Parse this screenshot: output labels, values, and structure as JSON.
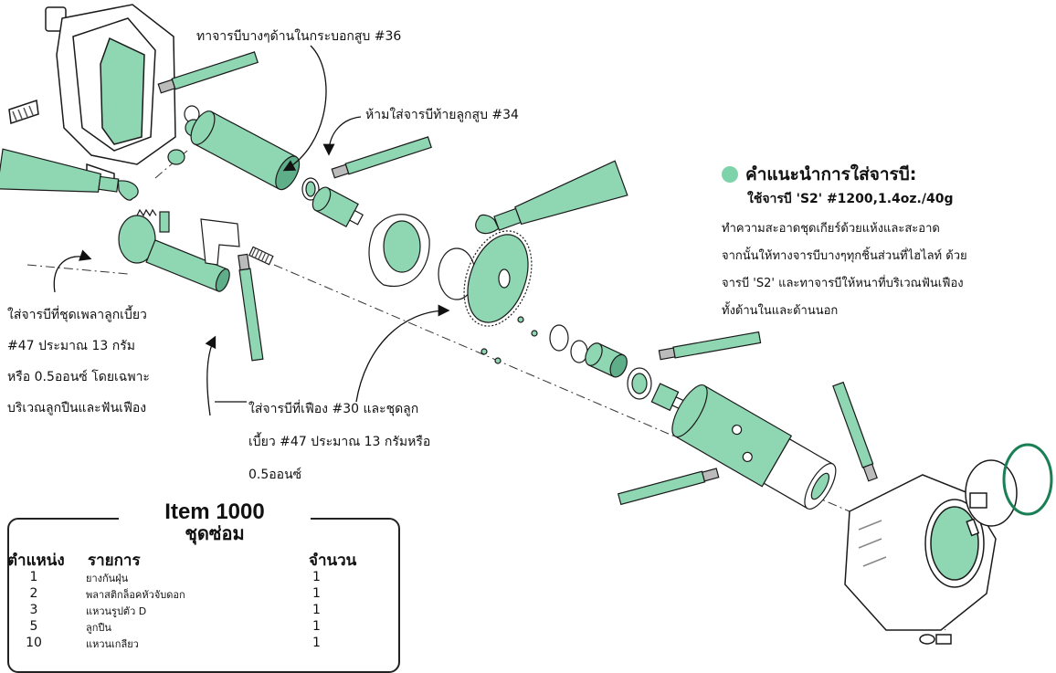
{
  "callouts": {
    "grease_thin_inside_cylinder": "ทาจารบีบางๆด้านในกระบอกสูบ #36",
    "no_grease_piston_end": "ห้ามใส่จารบีท้ายลูกสูบ #34",
    "grease_crankshaft": [
      "ใส่จารบีที่ชุดเพลาลูกเบี้ยว",
      "#47 ประมาณ 13 กรัม",
      "หรือ 0.5ออนซ์ โดยเฉพาะ",
      "บริเวณลูกปืนและฟันเฟือง"
    ],
    "grease_gear": [
      "ใส่จารบีที่เฟือง #30 และชุดลูก",
      "เบี้ยว #47 ประมาณ 13 กรัมหรือ",
      "0.5ออนซ์"
    ]
  },
  "tips": {
    "title": "คำแนะนำการใส่จารบี:",
    "grease_spec": "ใช้จารบี 'S2' #1200,1.4oz./40g",
    "lines": [
      "ทำความสะอาดชุดเกียร์ด้วยแห้งและสะอาด",
      "จากนั้นให้ทางจารบีบางๆทุกชิ้นส่วนที่ไฮไลท์ ด้วย",
      "จารบี 'S2' และทาจารบีให้หนาที่บริเวณฟันเฟือง",
      "ทั้งด้านในและด้านนอก"
    ]
  },
  "parts_table": {
    "title": "Item 1000",
    "subtitle": "ชุดซ่อม",
    "headers": {
      "position": "ตำแหน่ง",
      "item": "รายการ",
      "quantity": "จำนวน"
    },
    "rows": [
      {
        "pos": "1",
        "name": "ยางกันฝุ่น",
        "qty": "1"
      },
      {
        "pos": "2",
        "name": "พลาสติกล็อคหัวจับดอก",
        "qty": "1"
      },
      {
        "pos": "3",
        "name": "แหวนรูปตัว D",
        "qty": "1"
      },
      {
        "pos": "5",
        "name": "ลูกปืน",
        "qty": "1"
      },
      {
        "pos": "10",
        "name": "แหวนเกลียว",
        "qty": "1"
      }
    ]
  },
  "colors": {
    "highlight": "#8fd6b2",
    "highlight_dark": "#5fae8a",
    "outline": "#1a1a1a"
  }
}
